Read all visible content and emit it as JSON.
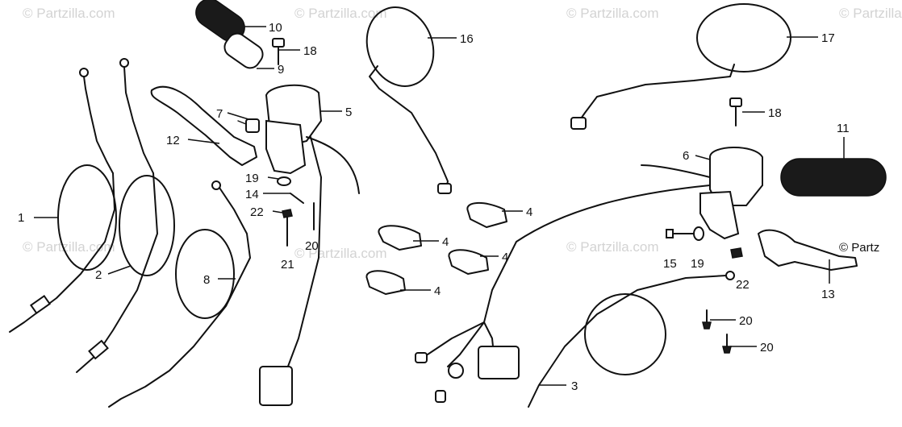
{
  "watermark": "© Partzilla.com",
  "watermark_edge": "© Partz",
  "callouts": [
    "1",
    "2",
    "3",
    "4",
    "4",
    "4",
    "4",
    "5",
    "6",
    "7",
    "8",
    "9",
    "10",
    "11",
    "12",
    "13",
    "14",
    "15",
    "16",
    "17",
    "18",
    "18",
    "19",
    "19",
    "20",
    "20",
    "20",
    "21",
    "22",
    "22"
  ],
  "colors": {
    "line": "#111111",
    "watermark": "#d3d3d3",
    "background": "#ffffff"
  }
}
